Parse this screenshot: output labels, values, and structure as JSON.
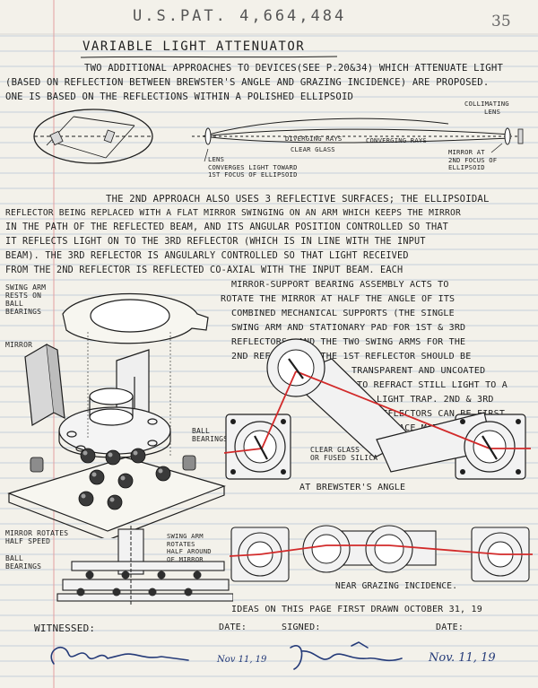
{
  "header": {
    "patent": "U.S.PAT. 4,664,484",
    "page_number": "35"
  },
  "title": "VARIABLE LIGHT ATTENUATOR",
  "intro_lines": [
    "TWO ADDITIONAL APPROACHES TO DEVICES(SEE P.20&34) WHICH ATTENUATE LIGHT",
    "(BASED ON REFLECTION BETWEEN BREWSTER'S ANGLE AND GRAZING INCIDENCE) ARE PROPOSED.",
    "ONE IS BASED ON THE REFLECTIONS WITHIN A POLISHED ELLIPSOID"
  ],
  "diagram1_labels": {
    "collimating": "COLLIMATING",
    "lens_top": "LENS",
    "diverging": "DIVERGING RAYS",
    "clear_glass": "CLEAR GLASS",
    "converging": "CONVERGING RAYS",
    "lens_converges": "LENS\nCONVERGES LIGHT TOWARD\n1ST FOCUS OF ELLIPSOID",
    "mirror_focus": "MIRROR AT\n2ND FOCUS OF\nELLIPSOID"
  },
  "body_lines": [
    "THE 2ND APPROACH ALSO USES 3 REFLECTIVE SURFACES; THE ELLIPSOIDAL",
    "REFLECTOR BEING REPLACED WITH A FLAT MIRROR SWINGING ON AN ARM WHICH KEEPS THE MIRROR",
    "IN THE PATH OF THE REFLECTED BEAM, AND ITS ANGULAR POSITION CONTROLLED SO THAT",
    "IT REFLECTS LIGHT ON TO THE 3RD REFLECTOR (WHICH IS IN LINE WITH THE INPUT",
    "BEAM). THE 3RD REFLECTOR IS ANGULARLY CONTROLLED SO THAT LIGHT RECEIVED",
    "FROM THE 2ND REFLECTOR IS REFLECTED CO-AXIAL WITH THE INPUT BEAM. EACH"
  ],
  "right_lines": [
    "MIRROR-SUPPORT BEARING ASSEMBLY ACTS TO",
    "ROTATE THE MIRROR AT HALF THE ANGLE OF ITS",
    "COMBINED MECHANICAL SUPPORTS (THE SINGLE",
    "SWING ARM AND STATIONARY PAD FOR 1ST & 3RD",
    "REFLECTORS, AND THE TWO SWING ARMS FOR THE",
    "2ND REFLECTOR). THE 1ST REFLECTOR SHOULD BE",
    "TRANSPARENT AND UNCOATED",
    "TO REFRACT STILL LIGHT TO A",
    "LIGHT TRAP. 2ND & 3RD",
    "REFLECTORS CAN BE FIRST",
    "SURFACE MIRRORS."
  ],
  "diagram2_labels": {
    "swing_arm": "SWING ARM\nRESTS ON\nBALL\nBEARINGS",
    "mirror": "MIRROR",
    "ball_bearings": "BALL\nBEARINGS",
    "clear_glass": "CLEAR GLASS\nOR FUSED SILICA",
    "brewster": "AT BREWSTER'S ANGLE",
    "mirror_rotates": "MIRROR ROTATES\nHALF SPEED",
    "swing_arm_rotates": "SWING ARM\nROTATES\nHALF AROUND\nOF MIRROR",
    "ball_bearings_bottom": "BALL\nBEARINGS",
    "grazing": "NEAR GRAZING INCIDENCE."
  },
  "footer": {
    "ideas": "IDEAS ON THIS PAGE FIRST DRAWN OCTOBER 31, 19",
    "witnessed": "WITNESSED:",
    "date1": "DATE:",
    "signed": "SIGNED:",
    "date2": "DATE:",
    "date_written_1": "Nov 11, 19",
    "date_written_2": "Nov. 11, 19"
  },
  "colors": {
    "ink": "#1e1e1e",
    "red_beam": "#d22a2a",
    "blue_rule": "#9fb6cf",
    "red_margin": "#e3a0a0",
    "signature": "#243a78"
  }
}
